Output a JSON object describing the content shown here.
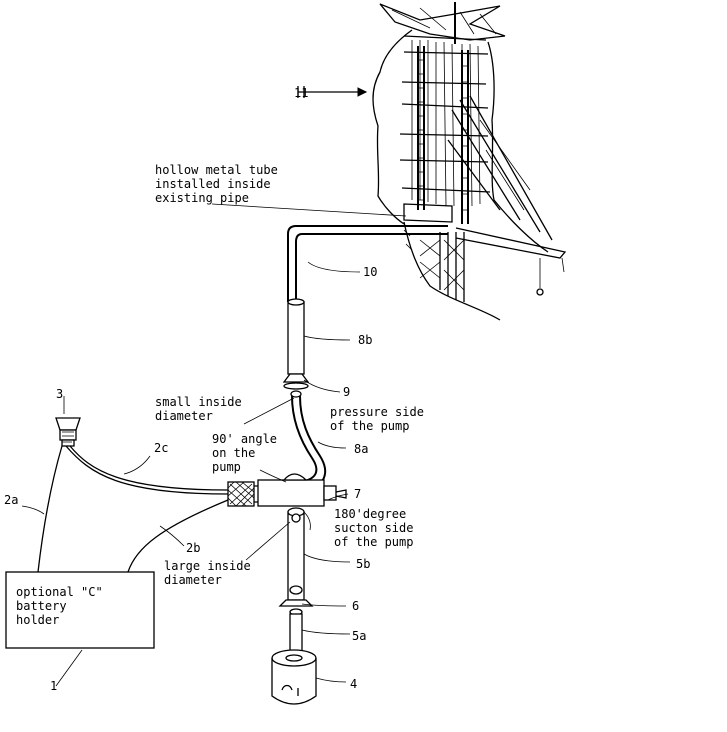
{
  "labels": {
    "ref_11": "11",
    "hollow_tube_1": "hollow metal tube",
    "hollow_tube_2": "installed inside",
    "hollow_tube_3": "existing pipe",
    "ref_10": "10",
    "ref_8b": "8b",
    "ref_9": "9",
    "ref_3": "3",
    "small_dia_1": "small inside",
    "small_dia_2": "diameter",
    "pressure_1": "pressure side",
    "pressure_2": "of the pump",
    "ref_8a": "8a",
    "ref_2c": "2c",
    "angle_1": "90' angle",
    "angle_2": "on the",
    "angle_3": "pump",
    "ref_2a": "2a",
    "ref_7": "7",
    "suction_1": "180'degree",
    "suction_2": "sucton side",
    "suction_3": "of the pump",
    "ref_2b": "2b",
    "large_dia_1": "large inside",
    "large_dia_2": "diameter",
    "ref_5b": "5b",
    "battery_1": "optional \"C\"",
    "battery_2": "battery",
    "battery_3": "holder",
    "ref_6": "6",
    "ref_5a": "5a",
    "ref_1": "1",
    "ref_4": "4"
  }
}
